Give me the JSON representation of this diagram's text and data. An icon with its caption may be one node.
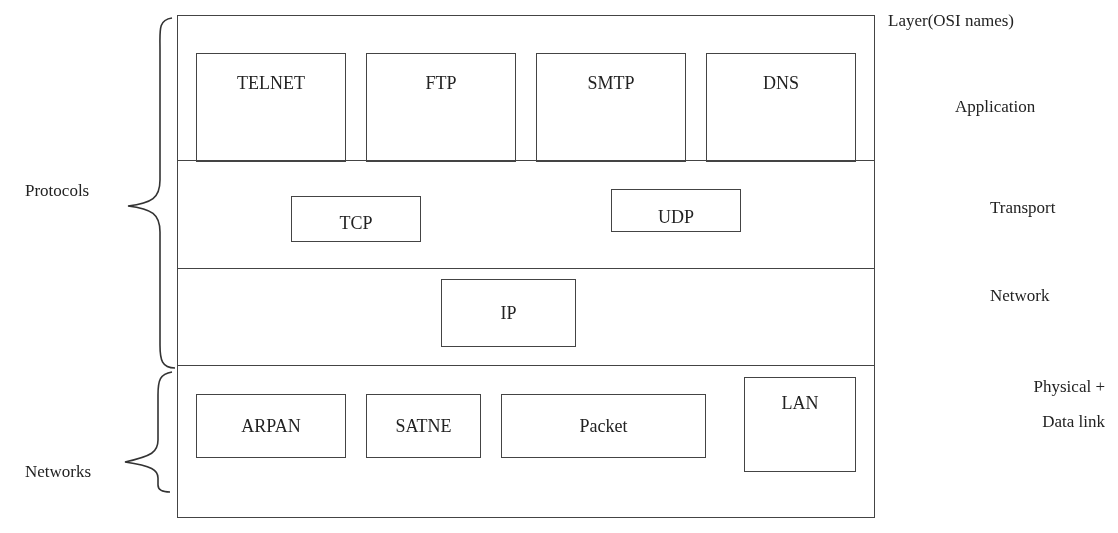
{
  "diagram": {
    "nodes": [
      {
        "text": [],
        "shape": "box"
      },
      {
        "text": [
          "TELNET"
        ],
        "in": 0
      },
      {
        "text": [
          "FTP"
        ],
        "in": 0
      },
      {
        "text": [
          "SMTP"
        ],
        "in": 0
      },
      {
        "text": [
          "DNS"
        ],
        "in": 0
      },
      {
        "text": [],
        "shape": "box"
      },
      {
        "text": [
          "TCP"
        ],
        "in": 5
      },
      {
        "text": [
          "UDP"
        ],
        "in": 5
      },
      {
        "text": [],
        "shape": "box"
      },
      {
        "text": [
          "IP"
        ],
        "in": 8
      },
      {
        "text": [],
        "shape": "box"
      },
      {
        "text": [
          "ARPAN"
        ],
        "in": 10
      },
      {
        "text": [
          "SATNE"
        ],
        "in": 10
      },
      {
        "text": [
          "Packet"
        ],
        "in": 10
      },
      {
        "text": [
          "LAN"
        ],
        "in": 10
      }
    ],
    "labels": [
      "Layer(OSI names)",
      "Application",
      "Transport",
      "Network",
      "Physical + Data link",
      "Protocols",
      "Networks"
    ]
  }
}
